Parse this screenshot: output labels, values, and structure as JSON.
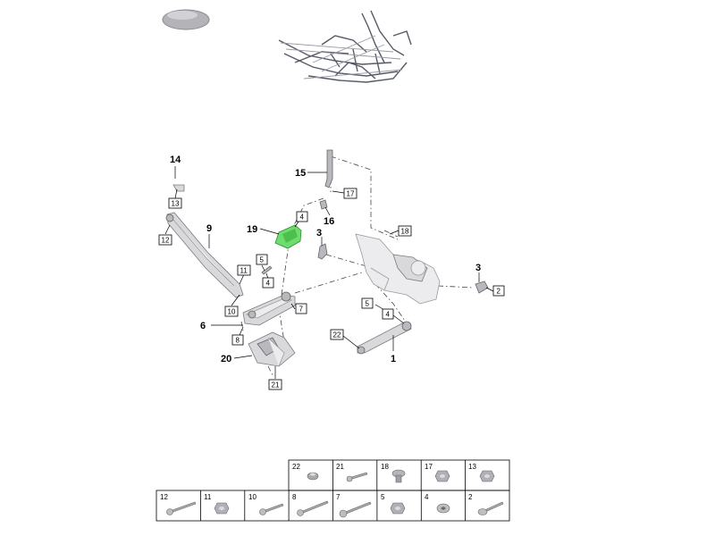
{
  "callouts": [
    {
      "num": "14",
      "style": "bold"
    },
    {
      "num": "13",
      "style": "box"
    },
    {
      "num": "12",
      "style": "box"
    },
    {
      "num": "9",
      "style": "bold"
    },
    {
      "num": "19",
      "style": "bold"
    },
    {
      "num": "4",
      "style": "box"
    },
    {
      "num": "5",
      "style": "box"
    },
    {
      "num": "4",
      "style": "box"
    },
    {
      "num": "11",
      "style": "box"
    },
    {
      "num": "10",
      "style": "box"
    },
    {
      "num": "6",
      "style": "bold"
    },
    {
      "num": "7",
      "style": "box"
    },
    {
      "num": "8",
      "style": "box"
    },
    {
      "num": "20",
      "style": "bold"
    },
    {
      "num": "21",
      "style": "box"
    },
    {
      "num": "15",
      "style": "bold"
    },
    {
      "num": "17",
      "style": "box"
    },
    {
      "num": "16",
      "style": "bold"
    },
    {
      "num": "3",
      "style": "bold"
    },
    {
      "num": "18",
      "style": "box"
    },
    {
      "num": "3",
      "style": "bold"
    },
    {
      "num": "2",
      "style": "box"
    },
    {
      "num": "5",
      "style": "box"
    },
    {
      "num": "4",
      "style": "box"
    },
    {
      "num": "22",
      "style": "box"
    },
    {
      "num": "1",
      "style": "bold"
    }
  ],
  "hardware_table": {
    "top_row": [
      "22",
      "21",
      "18",
      "17",
      "13"
    ],
    "bottom_row": [
      "12",
      "11",
      "10",
      "8",
      "7",
      "5",
      "4",
      "2"
    ]
  }
}
